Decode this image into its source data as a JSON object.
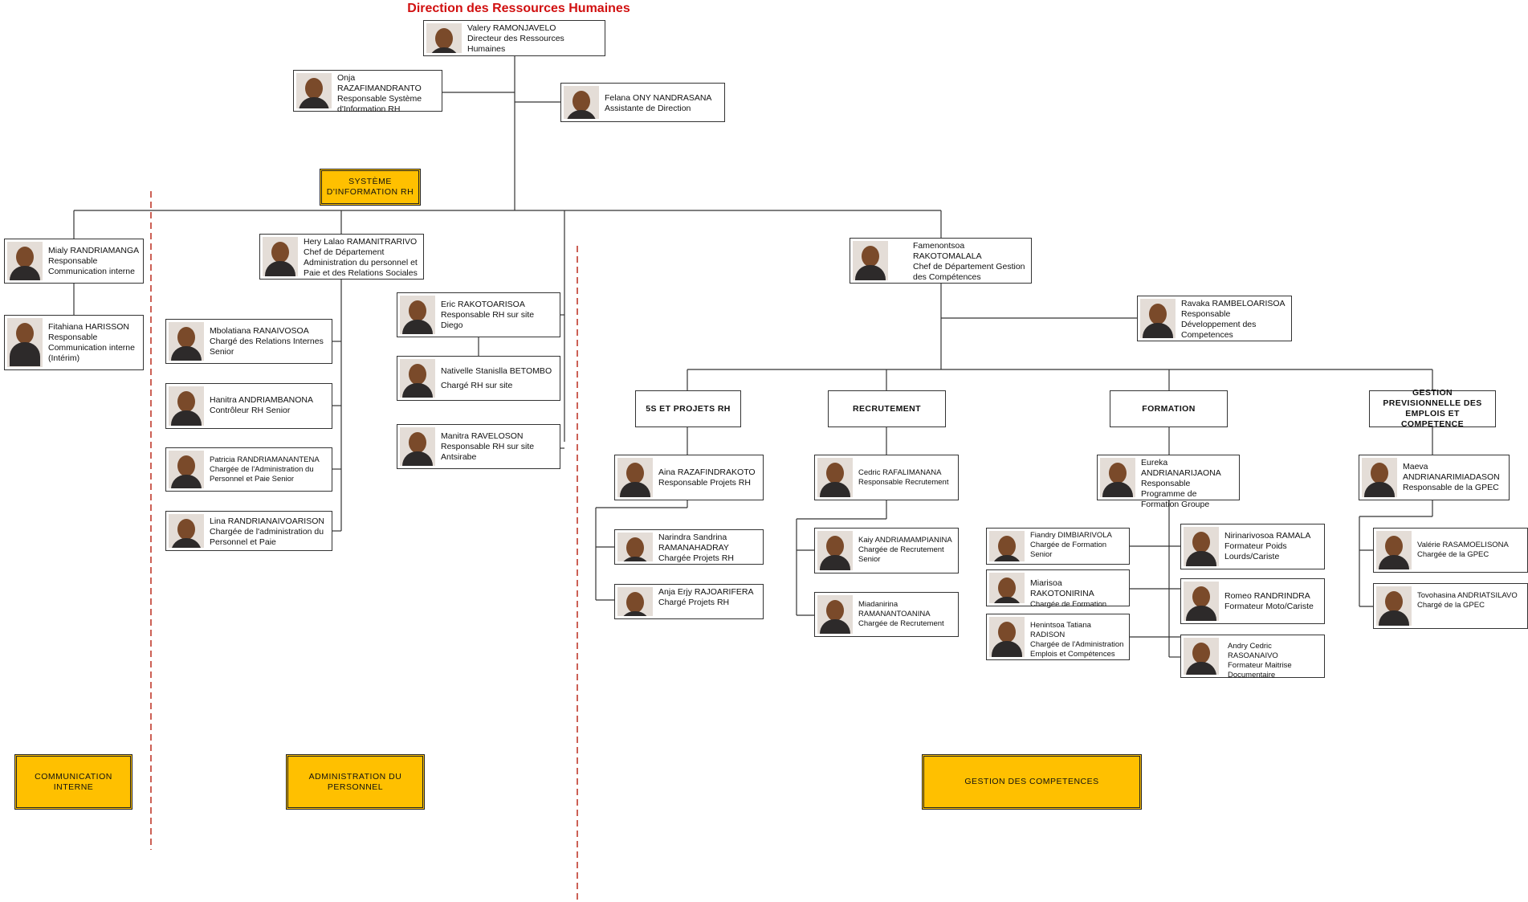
{
  "title": "Direction des Ressources Humaines",
  "colors": {
    "title": "#d11010",
    "section_fill": "#ffc000",
    "divider": "#c0392b"
  },
  "sections": {
    "sirh": "SYSTÈME D'INFORMATION RH",
    "communication": "COMMUNICATION INTERNE",
    "administration": "ADMINISTRATION DU PERSONNEL",
    "competences": "GESTION DES COMPETENCES"
  },
  "departments": {
    "five_s": "5S ET PROJETS RH",
    "recrutement": "RECRUTEMENT",
    "formation": "FORMATION",
    "gpec": "GESTION PREVISIONNELLE DES EMPLOIS ET COMPETENCE"
  },
  "people": {
    "director": {
      "name": "Valery RAMONJAVELO",
      "role": "Directeur des Ressources Humaines"
    },
    "sirh_resp": {
      "name": "Onja RAZAFIMANDRANTO",
      "role": "Responsable Système d'Information RH"
    },
    "assistant": {
      "name": "Felana ONY NANDRASANA",
      "role": "Assistante de Direction"
    },
    "comm_resp": {
      "name": "Mialy RANDRIAMANGA",
      "role": "Responsable Communication interne"
    },
    "comm_interim": {
      "name": "Fitahiana HARISSON",
      "role": "Responsable Communication interne (Intérim)"
    },
    "admin_chef": {
      "name": "Hery Lalao RAMANITRARIVO",
      "role": "Chef de Département Administration du personnel et Paie et des Relations Sociales"
    },
    "admin_1": {
      "name": "Mbolatiana RANAIVOSOA",
      "role": "Chargé des Relations Internes Senior"
    },
    "admin_2": {
      "name": "Hanitra ANDRIAMBANONA",
      "role": "Contrôleur RH Senior"
    },
    "admin_3": {
      "name": "Patricia RANDRIAMANANTENA",
      "role": "Chargée de l'Administration du Personnel et Paie Senior"
    },
    "admin_4": {
      "name": "Lina RANDRIANAIVOARISON",
      "role": "Chargée de l'administration du Personnel et Paie"
    },
    "site_diego": {
      "name": "Eric RAKOTOARISOA",
      "role": "Responsable RH sur site Diego"
    },
    "site_1": {
      "name": "Nativelle Stanislla BETOMBO",
      "role": "Chargé RH sur site"
    },
    "site_antsirabe": {
      "name": "Manitra RAVELOSON",
      "role": "Responsable RH sur site Antsirabe"
    },
    "comp_chef": {
      "name": "Famenontsoa RAKOTOMALALA",
      "role": "Chef de Département Gestion des Compétences"
    },
    "dev_comp": {
      "name": "Ravaka RAMBELOARISOA",
      "role": "Responsable Développement des Competences"
    },
    "five_s_resp": {
      "name": "Aina RAZAFINDRAKOTO",
      "role": "Responsable Projets RH"
    },
    "five_s_1": {
      "name": "Narindra Sandrina RAMANAHADRAY",
      "role": "Chargée Projets RH"
    },
    "five_s_2": {
      "name": "Anja Erjy RAJOARIFERA",
      "role": "Chargé Projets RH"
    },
    "rec_resp": {
      "name": "Cedric RAFALIMANANA",
      "role": "Responsable Recrutement"
    },
    "rec_1": {
      "name": "Kaiy ANDRIAMAMPIANINA",
      "role": "Chargée de Recrutement Senior"
    },
    "rec_2": {
      "name": "Miadanirina RAMANANTOANINA",
      "role": "Chargée de Recrutement"
    },
    "form_resp": {
      "name": "Eureka ANDRIANARIJAONA",
      "role": "Responsable Programme de Formation Groupe"
    },
    "form_l1": {
      "name": "Fiandry DIMBIARIVOLA",
      "role": "Chargée de Formation Senior"
    },
    "form_l2": {
      "name": "Miarisoa RAKOTONIRINA",
      "role": "Chargée de Formation"
    },
    "form_l3": {
      "name": "Henintsoa Tatiana RADISON",
      "role": "Chargée de l'Administration Emplois et Compétences"
    },
    "form_r1": {
      "name": "Nirinarivosoa RAMALA",
      "role": "Formateur Poids Lourds/Cariste"
    },
    "form_r2": {
      "name": "Romeo RANDRINDRA",
      "role": "Formateur Moto/Cariste"
    },
    "form_r3": {
      "name": "Andry Cedric RASOANAIVO",
      "role": "Formateur Maitrise Documentaire"
    },
    "gpec_resp": {
      "name": "Maeva ANDRIANARIMIADASON",
      "role": "Responsable de la GPEC"
    },
    "gpec_1": {
      "name": "Valérie RASAMOELISONA",
      "role": "Chargée de la GPEC"
    },
    "gpec_2": {
      "name": "Tovohasina ANDRIATSILAVO",
      "role": "Chargé de la GPEC"
    }
  }
}
